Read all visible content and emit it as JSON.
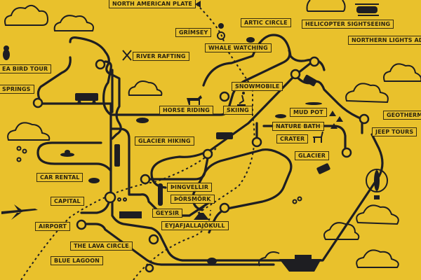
{
  "colors": {
    "background": "#e9c12c",
    "ink": "#1e1e22"
  },
  "labels": {
    "north_american_plate": "NORTH AMERICAN PLATE",
    "grimsey": "GRÍMSEY",
    "artic_circle": "ARTIC CIRCLE",
    "helicopter_sightseeing": "HELICOPTER SIGHTSEEING",
    "northern_lights": "NORTHERN LIGHTS ADVE",
    "whale_watching": "WHALE WATCHING",
    "river_rafting": "RIVER RAFTING",
    "sea_bird_tour": "EA BIRD TOUR",
    "hot_springs": "SPRINGS",
    "snowmobile": "SNOWMOBILE",
    "horse_riding": "HORSE RIDING",
    "skiing": "SKIING",
    "mud_pot": "MUD POT",
    "geothermal": "GEOTHERMA",
    "nature_bath": "NATURE BATH",
    "jeep_tours": "JEEP TOURS",
    "crater": "CRATER",
    "glacier_hiking": "GLACIER HIKING",
    "glacier": "GLACIER",
    "car_rental": "CAR RENTAL",
    "thingvellir": "ÞINGVELLIR",
    "thorsmork": "ÞÓRSMÖRK",
    "geysir": "GEYSIR",
    "eyjafjallajokull": "EYJAFJALLAJÖKULL",
    "capital": "CAPITAL",
    "airport": "AIRPORT",
    "lava_circle": "THE LAVA CIRCLE",
    "blue_lagoon": "BLUE LAGOON"
  },
  "icons": [
    "cloud-icon",
    "helicopter-icon",
    "bird-icon",
    "paddles-icon",
    "bus-icon",
    "horse-icon",
    "bear-icon",
    "whale-icon",
    "skier-icon",
    "jeep-icon",
    "airplane-icon",
    "ufo-icon",
    "raindrops-icon",
    "statue-icon",
    "volcano-icon",
    "truck-icon",
    "hot-air-balloon-icon",
    "ship-icon",
    "bicycle-icon",
    "reindeer-icon",
    "tree-icon",
    "sheep-icon"
  ]
}
